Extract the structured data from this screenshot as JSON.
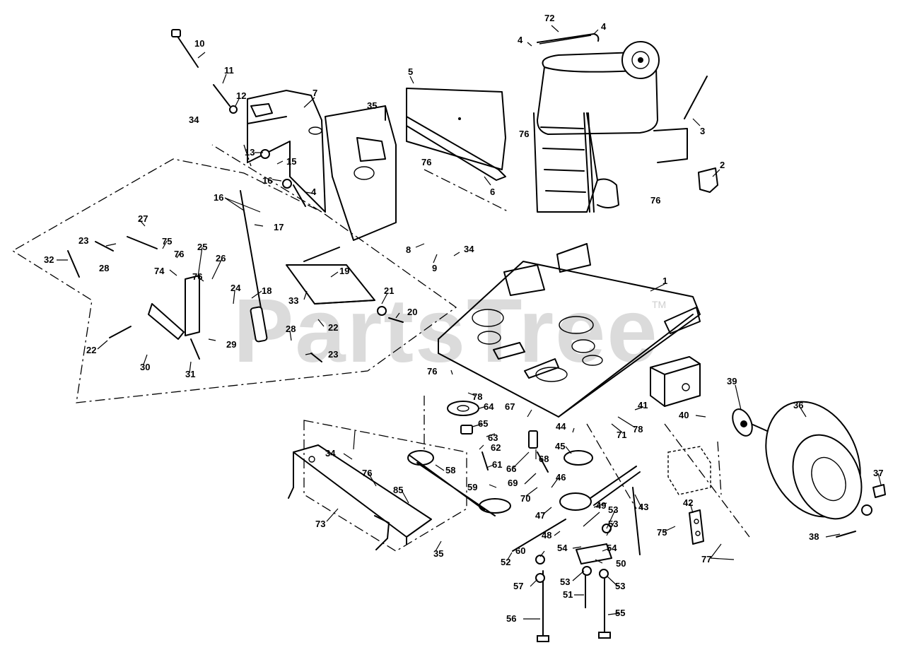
{
  "watermark": {
    "text": "PartsTree",
    "trademark": "TM"
  },
  "callouts": [
    "1",
    "2",
    "3",
    "4",
    "4",
    "4",
    "5",
    "6",
    "7",
    "8",
    "9",
    "10",
    "11",
    "12",
    "13",
    "15",
    "16",
    "16",
    "17",
    "18",
    "19",
    "20",
    "21",
    "22",
    "22",
    "23",
    "23",
    "24",
    "25",
    "26",
    "27",
    "28",
    "28",
    "29",
    "30",
    "31",
    "32",
    "33",
    "34",
    "34",
    "34",
    "35",
    "35",
    "36",
    "37",
    "38",
    "39",
    "40",
    "41",
    "42",
    "43",
    "44",
    "45",
    "46",
    "47",
    "48",
    "49",
    "50",
    "51",
    "52",
    "53",
    "53",
    "53",
    "53",
    "54",
    "54",
    "55",
    "56",
    "57",
    "58",
    "59",
    "60",
    "61",
    "62",
    "63",
    "64",
    "65",
    "66",
    "67",
    "68",
    "69",
    "70",
    "71",
    "72",
    "73",
    "74",
    "75",
    "75",
    "76",
    "76",
    "76",
    "76",
    "76",
    "76",
    "76",
    "77",
    "78",
    "78",
    "85"
  ]
}
